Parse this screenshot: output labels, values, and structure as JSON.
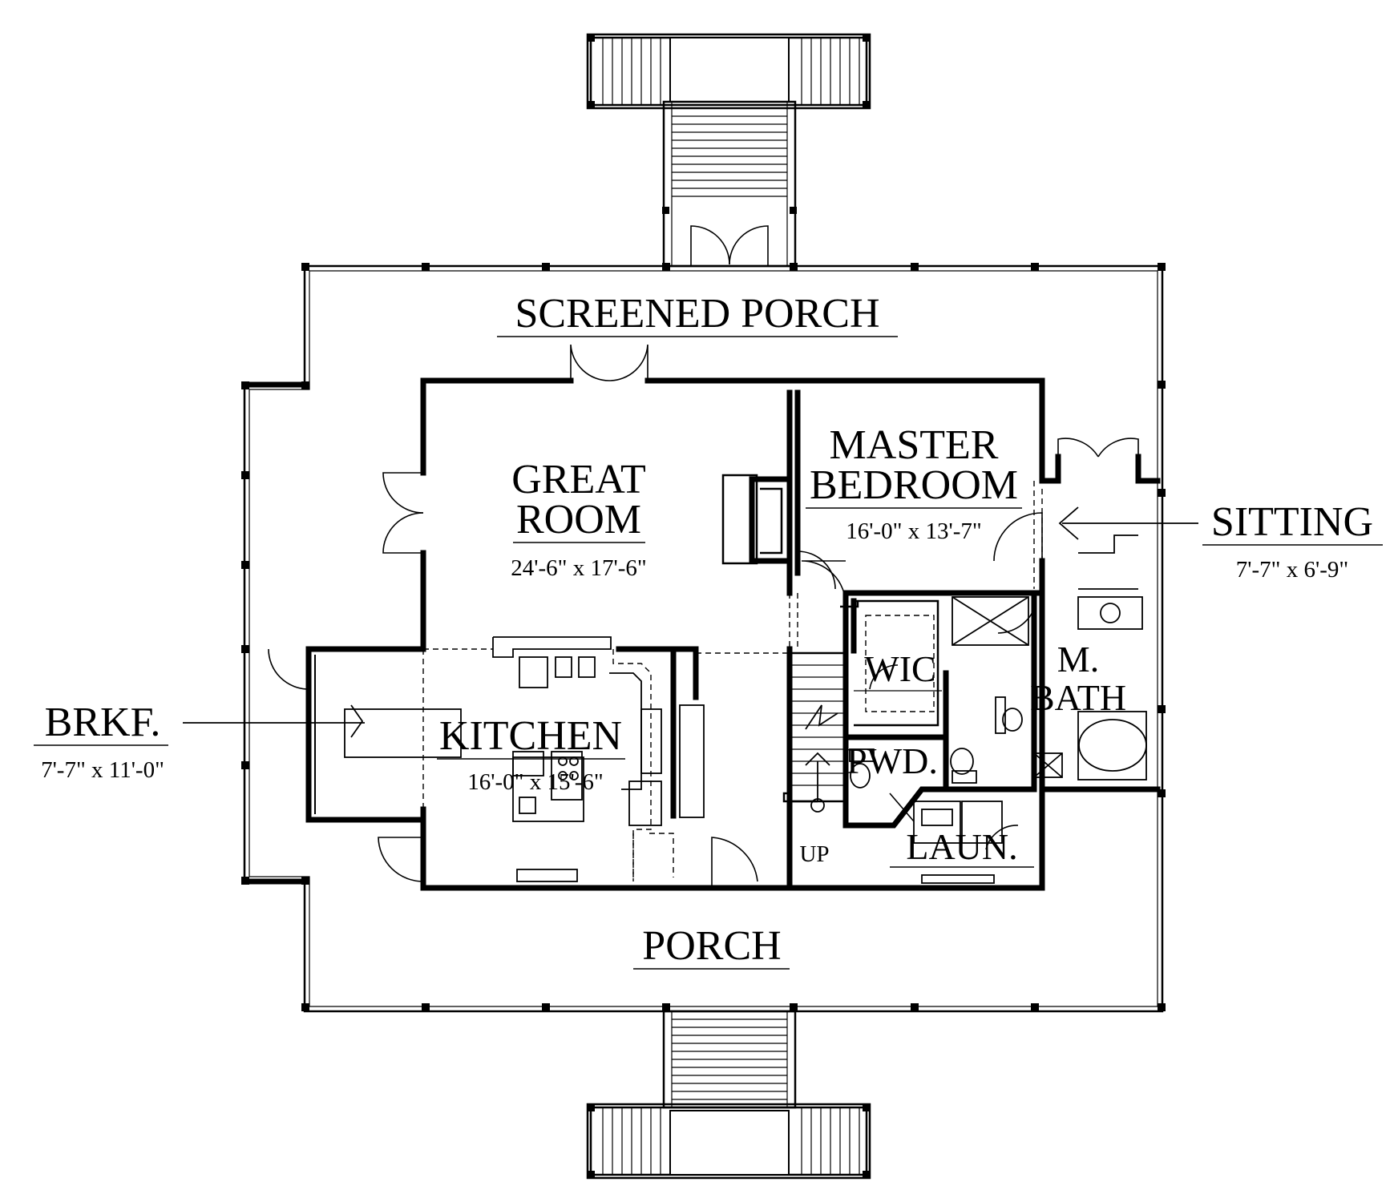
{
  "plan": {
    "rooms": {
      "screened_porch": {
        "name": "SCREENED PORCH"
      },
      "great_room": {
        "name_line1": "GREAT",
        "name_line2": "ROOM",
        "dim": "24'-6\" x 17'-6\""
      },
      "master_bedroom": {
        "name_line1": "MASTER",
        "name_line2": "BEDROOM",
        "dim": "16'-0\" x 13'-7\""
      },
      "sitting": {
        "name": "SITTING",
        "dim": "7'-7\" x 6'-9\""
      },
      "brkf": {
        "name": "BRKF.",
        "dim": "7'-7\" x 11'-0\""
      },
      "kitchen": {
        "name": "KITCHEN",
        "dim": "16'-0\" x 15'-6\""
      },
      "wic": {
        "name": "WIC"
      },
      "m_bath": {
        "name_line1": "M.",
        "name_line2": "BATH"
      },
      "pwd": {
        "name": "PWD."
      },
      "laun": {
        "name": "LAUN."
      },
      "porch": {
        "name": "PORCH"
      }
    },
    "stair_note": "UP"
  }
}
